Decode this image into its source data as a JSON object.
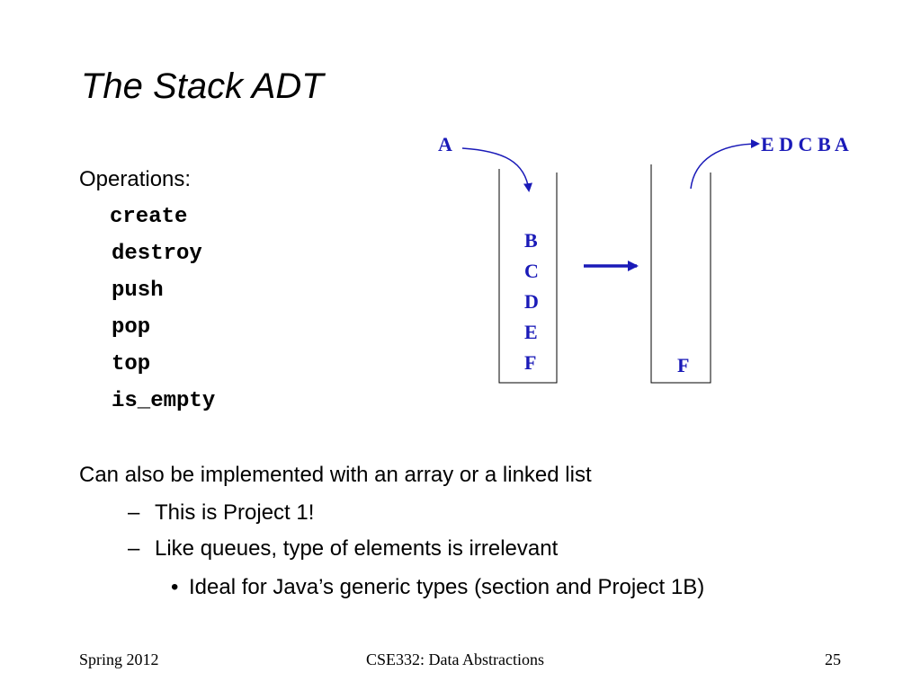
{
  "slide": {
    "title": "The Stack ADT",
    "operations_label": "Operations:",
    "operations": [
      "create",
      "destroy",
      "push",
      "pop",
      "top",
      "is_empty"
    ],
    "impl_line": "Can also be implemented with an array or a linked list",
    "sub_items": [
      {
        "marker": "–",
        "text": "This is Project 1!"
      },
      {
        "marker": "–",
        "text": "Like queues, type of elements is irrelevant"
      }
    ],
    "sub_sub_item": {
      "marker": "•",
      "text": "Ideal for Java’s generic types (section and Project 1B)"
    }
  },
  "diagram": {
    "input_label": "A",
    "output_label": "E D C B A",
    "left_stack": [
      "B",
      "C",
      "D",
      "E",
      "F"
    ],
    "right_stack": [
      "F"
    ],
    "accent_color": "#1a1ab8"
  },
  "footer": {
    "left": "Spring 2012",
    "center": "CSE332: Data Abstractions",
    "right": "25"
  }
}
